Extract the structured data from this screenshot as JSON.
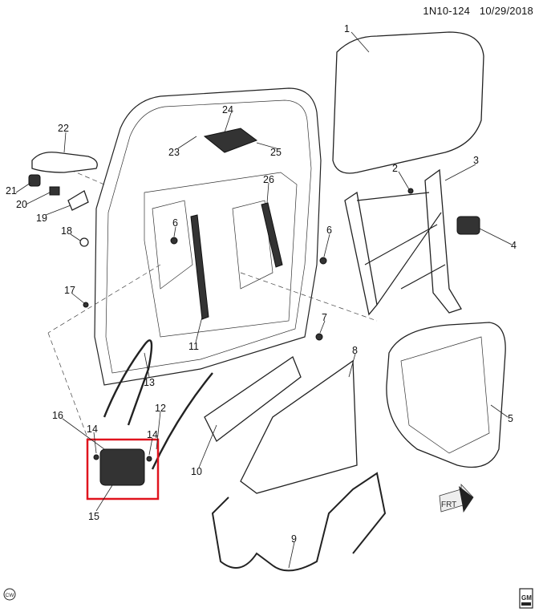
{
  "header": {
    "diagram_id": "1N10-124",
    "date": "10/29/2018"
  },
  "callouts": [
    "1",
    "2",
    "3",
    "4",
    "5",
    "6",
    "6",
    "7",
    "8",
    "9",
    "10",
    "11",
    "12",
    "13",
    "14",
    "14",
    "15",
    "16",
    "17",
    "18",
    "19",
    "20",
    "21",
    "22",
    "23",
    "24",
    "25",
    "26"
  ],
  "highlight": {
    "part": "15",
    "color": "#e0141e"
  },
  "front_arrow": {
    "label": "FRT"
  },
  "logo": {
    "text": "GM"
  },
  "badge": {
    "text": "CW"
  }
}
